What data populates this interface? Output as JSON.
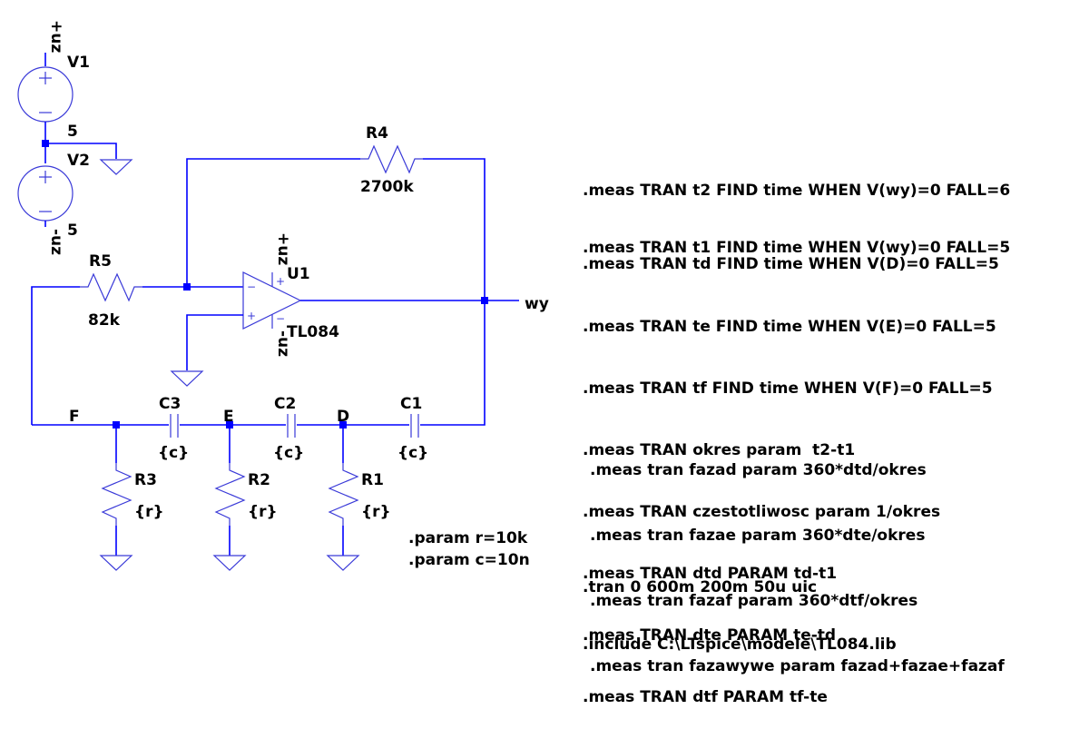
{
  "schematic": {
    "title": "Phase-shift oscillator (LTspice)",
    "wire_color": "#0000ff",
    "component_color": "#3a3ad8",
    "sources": {
      "v1": {
        "name": "V1",
        "value": "5",
        "net_top": "+uz"
      },
      "v2": {
        "name": "V2",
        "value": "5",
        "net_bottom": "-uz"
      }
    },
    "opamp": {
      "name": "U1",
      "model": "TL084",
      "vplus_net": "+uz",
      "vminus_net": "-uz",
      "pin_inv": "−",
      "pin_noninv": "+",
      "pin_vcc": "+",
      "pin_vee": "−"
    },
    "resistors": {
      "r1": {
        "name": "R1",
        "value": "{r}"
      },
      "r2": {
        "name": "R2",
        "value": "{r}"
      },
      "r3": {
        "name": "R3",
        "value": "{r}"
      },
      "r4": {
        "name": "R4",
        "value": "2700k"
      },
      "r5": {
        "name": "R5",
        "value": "82k"
      }
    },
    "capacitors": {
      "c1": {
        "name": "C1",
        "value": "{c}"
      },
      "c2": {
        "name": "C2",
        "value": "{c}"
      },
      "c3": {
        "name": "C3",
        "value": "{c}"
      }
    },
    "nets": {
      "d": "D",
      "e": "E",
      "f": "F",
      "out": "wy"
    },
    "params": [
      ".param r=10k",
      ".param c=10n"
    ]
  },
  "directives": {
    "group1": [
      ".meas TRAN t2 FIND time WHEN V(wy)=0 FALL=6",
      ".meas TRAN t1 FIND time WHEN V(wy)=0 FALL=5"
    ],
    "group2": [
      ".meas TRAN td FIND time WHEN V(D)=0 FALL=5",
      ".meas TRAN te FIND time WHEN V(E)=0 FALL=5",
      ".meas TRAN tf FIND time WHEN V(F)=0 FALL=5",
      ".meas TRAN okres param  t2-t1",
      ".meas TRAN czestotliwosc param 1/okres",
      ".meas TRAN dtd PARAM td-t1",
      ".meas TRAN dte PARAM te-td",
      ".meas TRAN dtf PARAM tf-te"
    ],
    "group3": [
      ".meas tran fazad param 360*dtd/okres",
      ".meas tran fazae param 360*dte/okres",
      ".meas tran fazaf param 360*dtf/okres",
      ".meas tran fazawywe param fazad+fazae+fazaf"
    ],
    "group4": [
      ".tran 0 600m 200m 50u uic",
      ".include C:\\LTspice\\modele\\TL084.lib"
    ]
  }
}
